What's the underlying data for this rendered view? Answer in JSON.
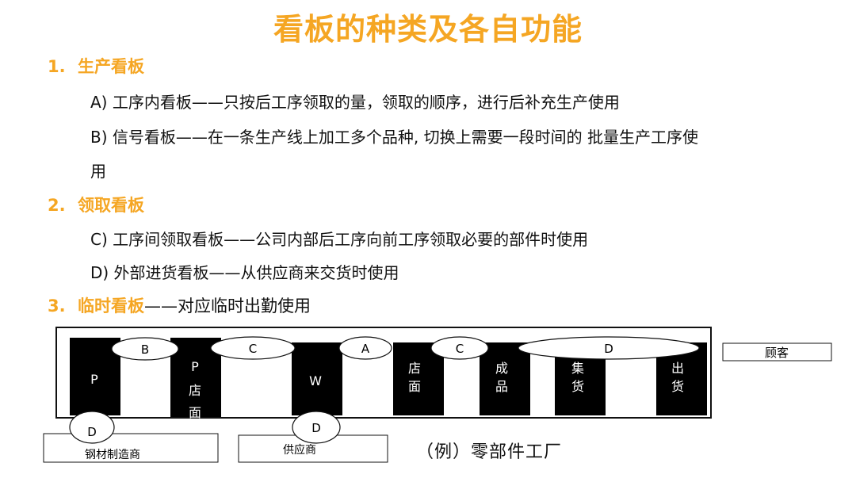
{
  "title": "看板的种类及各自功能",
  "sections": [
    {
      "number": "1.",
      "heading": "生产看板",
      "suffix": "",
      "items": [
        "A) 工序内看板——只按后工序领取的量，领取的顺序，进行后补充生产使用",
        "B) 信号看板——在一条生产线上加工多个品种, 切换上需要一段时间的 批量生产工序使",
        "用"
      ]
    },
    {
      "number": "2.",
      "heading": "领取看板",
      "suffix": "",
      "items": [
        "C) 工序间领取看板——公司内部后工序向前工序领取必要的部件时使用",
        "D) 外部进货看板——从供应商来交货时使用"
      ]
    },
    {
      "number": "3.",
      "heading": "临时看板",
      "suffix": "——对应临时出勤使用",
      "items": []
    }
  ],
  "diagram": {
    "blocks": [
      "P",
      "P店面",
      "W",
      "店面",
      "成品",
      "集货",
      "出货"
    ],
    "kanban_ovals": [
      "B",
      "C",
      "A",
      "C",
      "D"
    ],
    "bottom_ovals": [
      "D",
      "D"
    ],
    "customer": "顾客",
    "steel_supplier": "钢材制造商",
    "supplier": "供应商",
    "caption": "（例）零部件工厂"
  }
}
